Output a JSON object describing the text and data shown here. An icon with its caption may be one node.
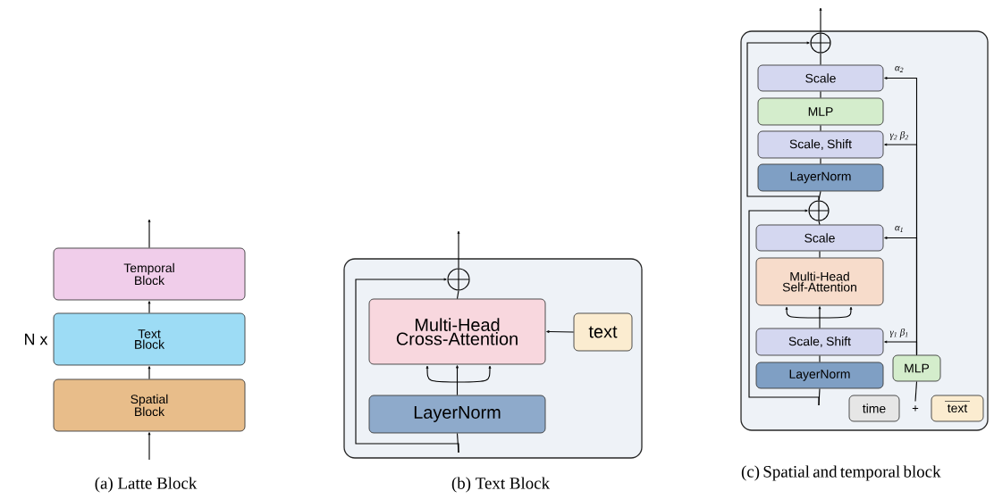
{
  "diagram": {
    "nodes": [
      {
        "text": [
          "Temporal Block"
        ]
      },
      {
        "text": [
          "Text Block"
        ]
      },
      {
        "text": [
          "Spatial Block"
        ]
      },
      {
        "text": [],
        "shape": "box"
      },
      {
        "text": [],
        "shape": "circle",
        "in": 3
      },
      {
        "text": [
          "Multi-Head Cross-Attention"
        ],
        "in": 3
      },
      {
        "text": [
          "text"
        ],
        "in": 3
      },
      {
        "text": [
          "LayerNorm"
        ],
        "in": 3
      },
      {
        "text": [],
        "shape": "box"
      },
      {
        "text": [],
        "shape": "circle",
        "in": 8
      },
      {
        "text": [
          "Scale"
        ],
        "in": 8
      },
      {
        "text": [
          "MLP"
        ],
        "in": 8
      },
      {
        "text": [
          "Scale, Shift"
        ],
        "in": 8
      },
      {
        "text": [
          "LayerNorm"
        ],
        "in": 8
      },
      {
        "text": [],
        "shape": "circle",
        "in": 8
      },
      {
        "text": [
          "Scale"
        ],
        "in": 8
      },
      {
        "text": [
          "Multi-Head Self-Attention"
        ],
        "in": 8
      },
      {
        "text": [
          "Scale, Shift"
        ],
        "in": 8
      },
      {
        "text": [
          "LayerNorm"
        ],
        "in": 8
      },
      {
        "text": [
          "MLP"
        ],
        "in": 8
      },
      {
        "text": [
          "time"
        ],
        "in": 8
      },
      {
        "text": [
          "text"
        ],
        "in": 8
      },
      {
        "text": [
          "+"
        ],
        "in": 8
      }
    ],
    "edges": [
      {
        "from": null,
        "to": 2,
        "arrow": "to"
      },
      {
        "from": 2,
        "to": 1,
        "arrow": "to"
      },
      {
        "from": 1,
        "to": 0,
        "arrow": "to"
      },
      {
        "from": 0,
        "to": null,
        "arrow": "to"
      },
      {
        "from": null,
        "to": 7,
        "arrow": "none"
      },
      {
        "from": null,
        "to": 4,
        "arrow": "to"
      },
      {
        "from": 7,
        "to": 5,
        "arrow": "to"
      },
      {
        "from": 5,
        "to": 4,
        "arrow": "none"
      },
      {
        "from": 4,
        "to": null,
        "arrow": "to"
      },
      {
        "from": 6,
        "to": 5,
        "arrow": "to"
      },
      {
        "from": 9,
        "to": null,
        "arrow": "to"
      },
      {
        "from": 10,
        "to": 9,
        "arrow": "none"
      },
      {
        "from": 11,
        "to": 10,
        "arrow": "none"
      },
      {
        "from": 12,
        "to": 11,
        "arrow": "none"
      },
      {
        "from": 13,
        "to": 12,
        "arrow": "none"
      },
      {
        "from": 14,
        "to": 13,
        "arrow": "none"
      },
      {
        "from": 14,
        "to": 9,
        "arrow": "to"
      },
      {
        "from": 15,
        "to": 14,
        "arrow": "none"
      },
      {
        "from": 16,
        "to": 15,
        "arrow": "none"
      },
      {
        "from": 17,
        "to": 16,
        "arrow": "to"
      },
      {
        "from": 18,
        "to": 17,
        "arrow": "none"
      },
      {
        "from": null,
        "to": 18,
        "arrow": "none"
      },
      {
        "from": null,
        "to": 14,
        "arrow": "to"
      },
      {
        "from": 19,
        "to": 10,
        "arrow": "to",
        "label": "α$_{2}$"
      },
      {
        "from": 19,
        "to": 12,
        "arrow": "to",
        "label": "γ$_{2}$ β$_{2}$"
      },
      {
        "from": 19,
        "to": 15,
        "arrow": "to",
        "label": "α$_{1}$"
      },
      {
        "from": 19,
        "to": 17,
        "arrow": "to",
        "label": "γ$_{1}$ β$_{1}$"
      },
      {
        "from": 22,
        "to": 19,
        "arrow": "none"
      }
    ],
    "labels": [
      "N x",
      "(a) Latte Block",
      "(b) Text Block",
      "(c) Spatial and temporal block"
    ]
  }
}
